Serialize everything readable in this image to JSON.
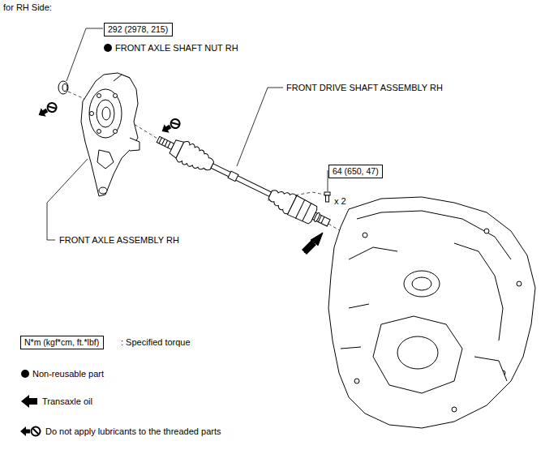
{
  "diagram": {
    "nodes": [
      {
        "text": [
          "292 (2978, 215)"
        ]
      },
      {
        "text": [
          "64 (650, 47)"
        ]
      },
      {
        "text": [
          "N*m (kgf*cm, ft.*lbf)"
        ]
      }
    ],
    "labels": [
      "for RH Side:",
      "FRONT AXLE SHAFT NUT RH",
      "FRONT DRIVE SHAFT ASSEMBLY RH",
      "x 2",
      "FRONT AXLE ASSEMBLY RH"
    ],
    "legend": [
      {
        "text": ": Specified torque"
      },
      {
        "text": "Non-reusable part"
      },
      {
        "text": "Transaxle oil"
      },
      {
        "text": "Do not apply lubricants to the threaded parts"
      }
    ]
  }
}
